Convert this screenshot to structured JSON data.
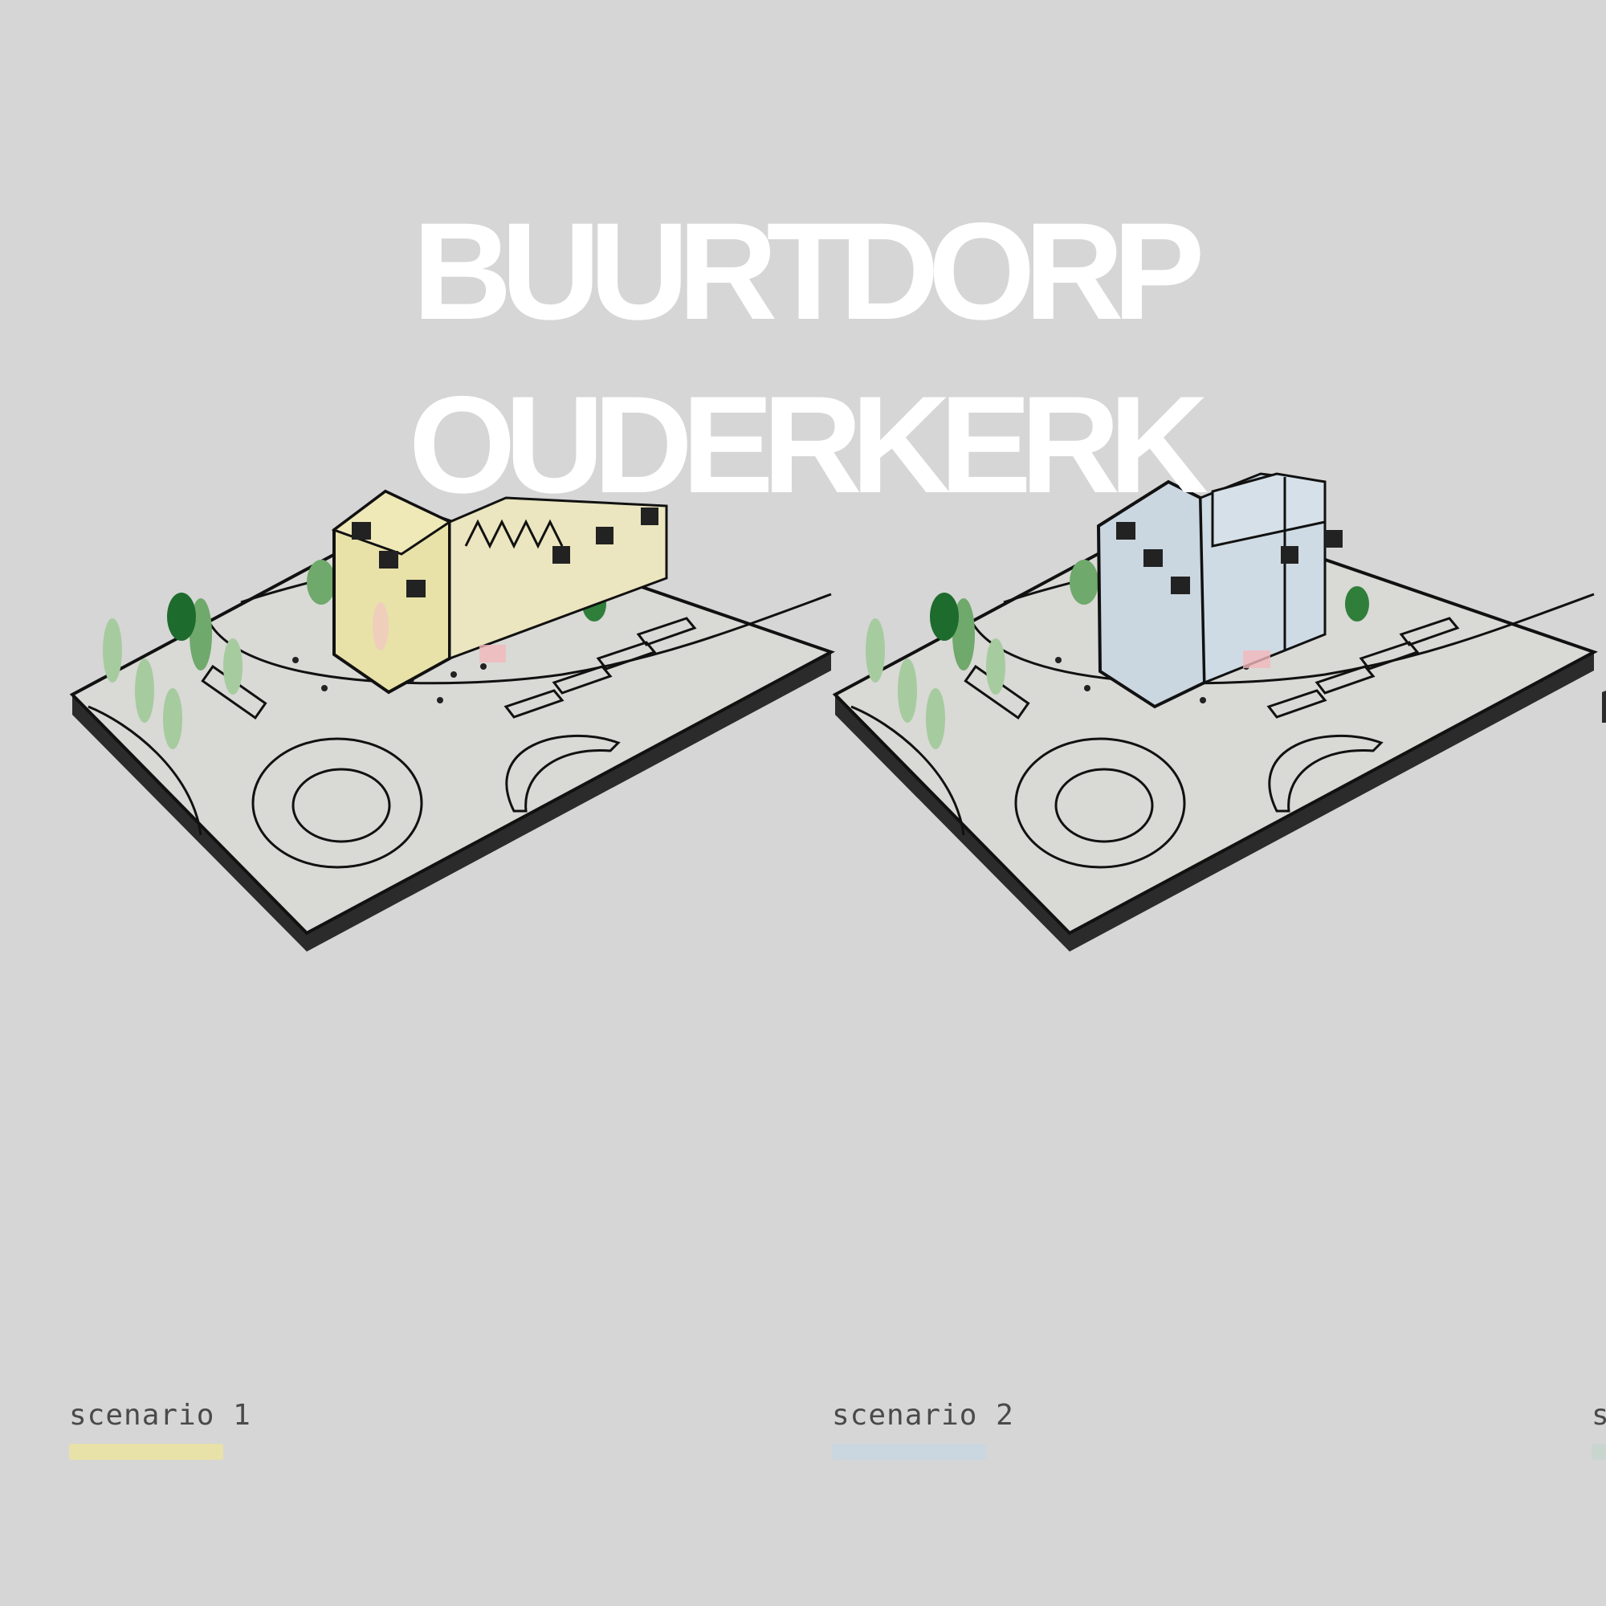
{
  "title": {
    "line1": "BUURTDORP",
    "line2": "OUDERKERK"
  },
  "scenarios": [
    {
      "label": "scenario 1",
      "color": "#e8e2a8"
    },
    {
      "label": "scenario 2",
      "color": "#cad6e0"
    },
    {
      "label": "s",
      "color": "#c9d6cf"
    }
  ],
  "colors": {
    "background": "#d6d6d6",
    "ground": "#d9d9d6",
    "base_edge": "#2b2b2b",
    "tree_dark": "#1e6b2e",
    "tree_light": "#8fbf86",
    "accent_pink": "#f2a0a8"
  }
}
